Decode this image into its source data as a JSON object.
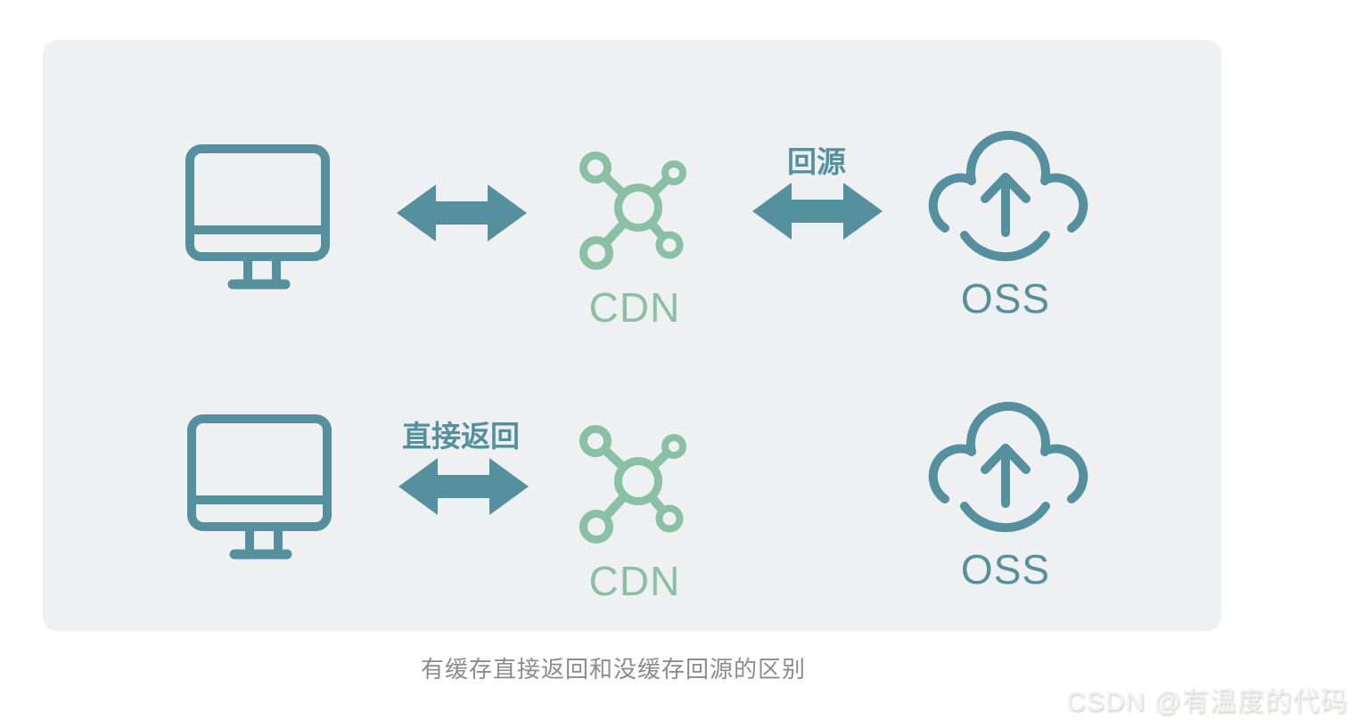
{
  "colors": {
    "teal": "#55909E",
    "green": "#8AC0A4",
    "panel_bg": "#EFF0F2",
    "caption_gray": "#8B8B8B"
  },
  "diagram": {
    "top_flow": {
      "cdn_label": "CDN",
      "oss_label": "OSS",
      "arrow_label": "回源"
    },
    "bottom_flow": {
      "cdn_label": "CDN",
      "oss_label": "OSS",
      "arrow_label": "直接返回"
    }
  },
  "caption": "有缓存直接返回和没缓存回源的区别",
  "watermark": "CSDN @有温度的代码"
}
